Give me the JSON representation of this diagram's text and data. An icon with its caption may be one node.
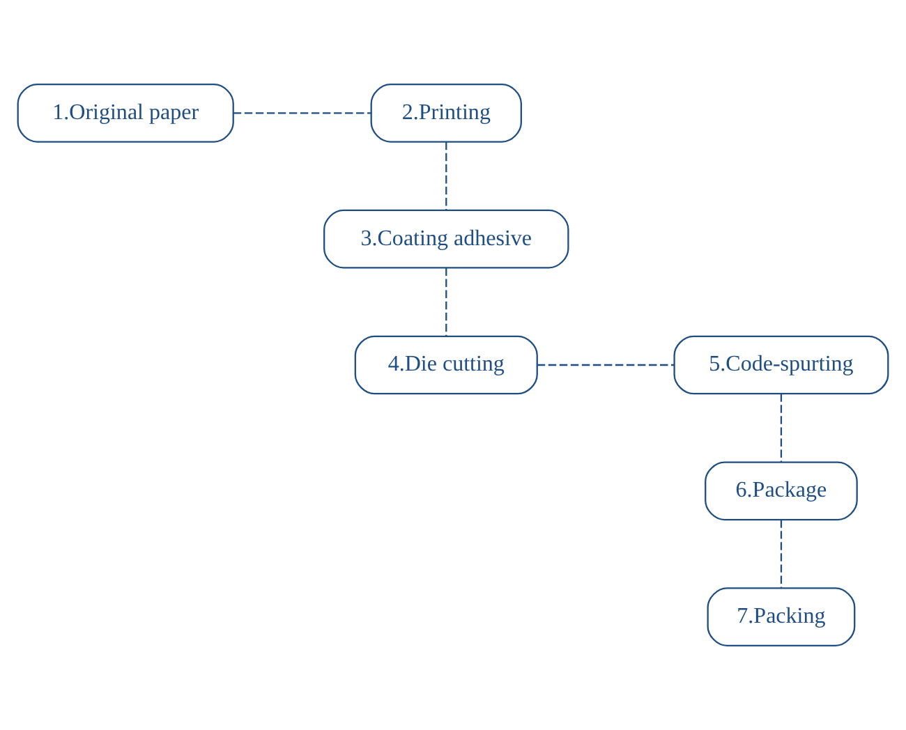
{
  "diagram": {
    "nodes": [
      {
        "text": [
          "1.Original paper"
        ]
      },
      {
        "text": [
          "2.Printing"
        ]
      },
      {
        "text": [
          "3.Coating adhesive"
        ]
      },
      {
        "text": [
          "4.Die cutting"
        ]
      },
      {
        "text": [
          "5.Code-spurting"
        ]
      },
      {
        "text": [
          "6.Package"
        ]
      },
      {
        "text": [
          "7.Packing"
        ]
      }
    ],
    "edges": [
      {
        "from": 0,
        "to": 1,
        "arrow": "none",
        "style": "dashed"
      },
      {
        "from": 1,
        "to": 2,
        "arrow": "none",
        "style": "dashed"
      },
      {
        "from": 2,
        "to": 3,
        "arrow": "none",
        "style": "dashed"
      },
      {
        "from": 3,
        "to": 4,
        "arrow": "none",
        "style": "dashed"
      },
      {
        "from": 4,
        "to": 5,
        "arrow": "none",
        "style": "dashed"
      },
      {
        "from": 5,
        "to": 6,
        "arrow": "none",
        "style": "dashed"
      }
    ]
  }
}
